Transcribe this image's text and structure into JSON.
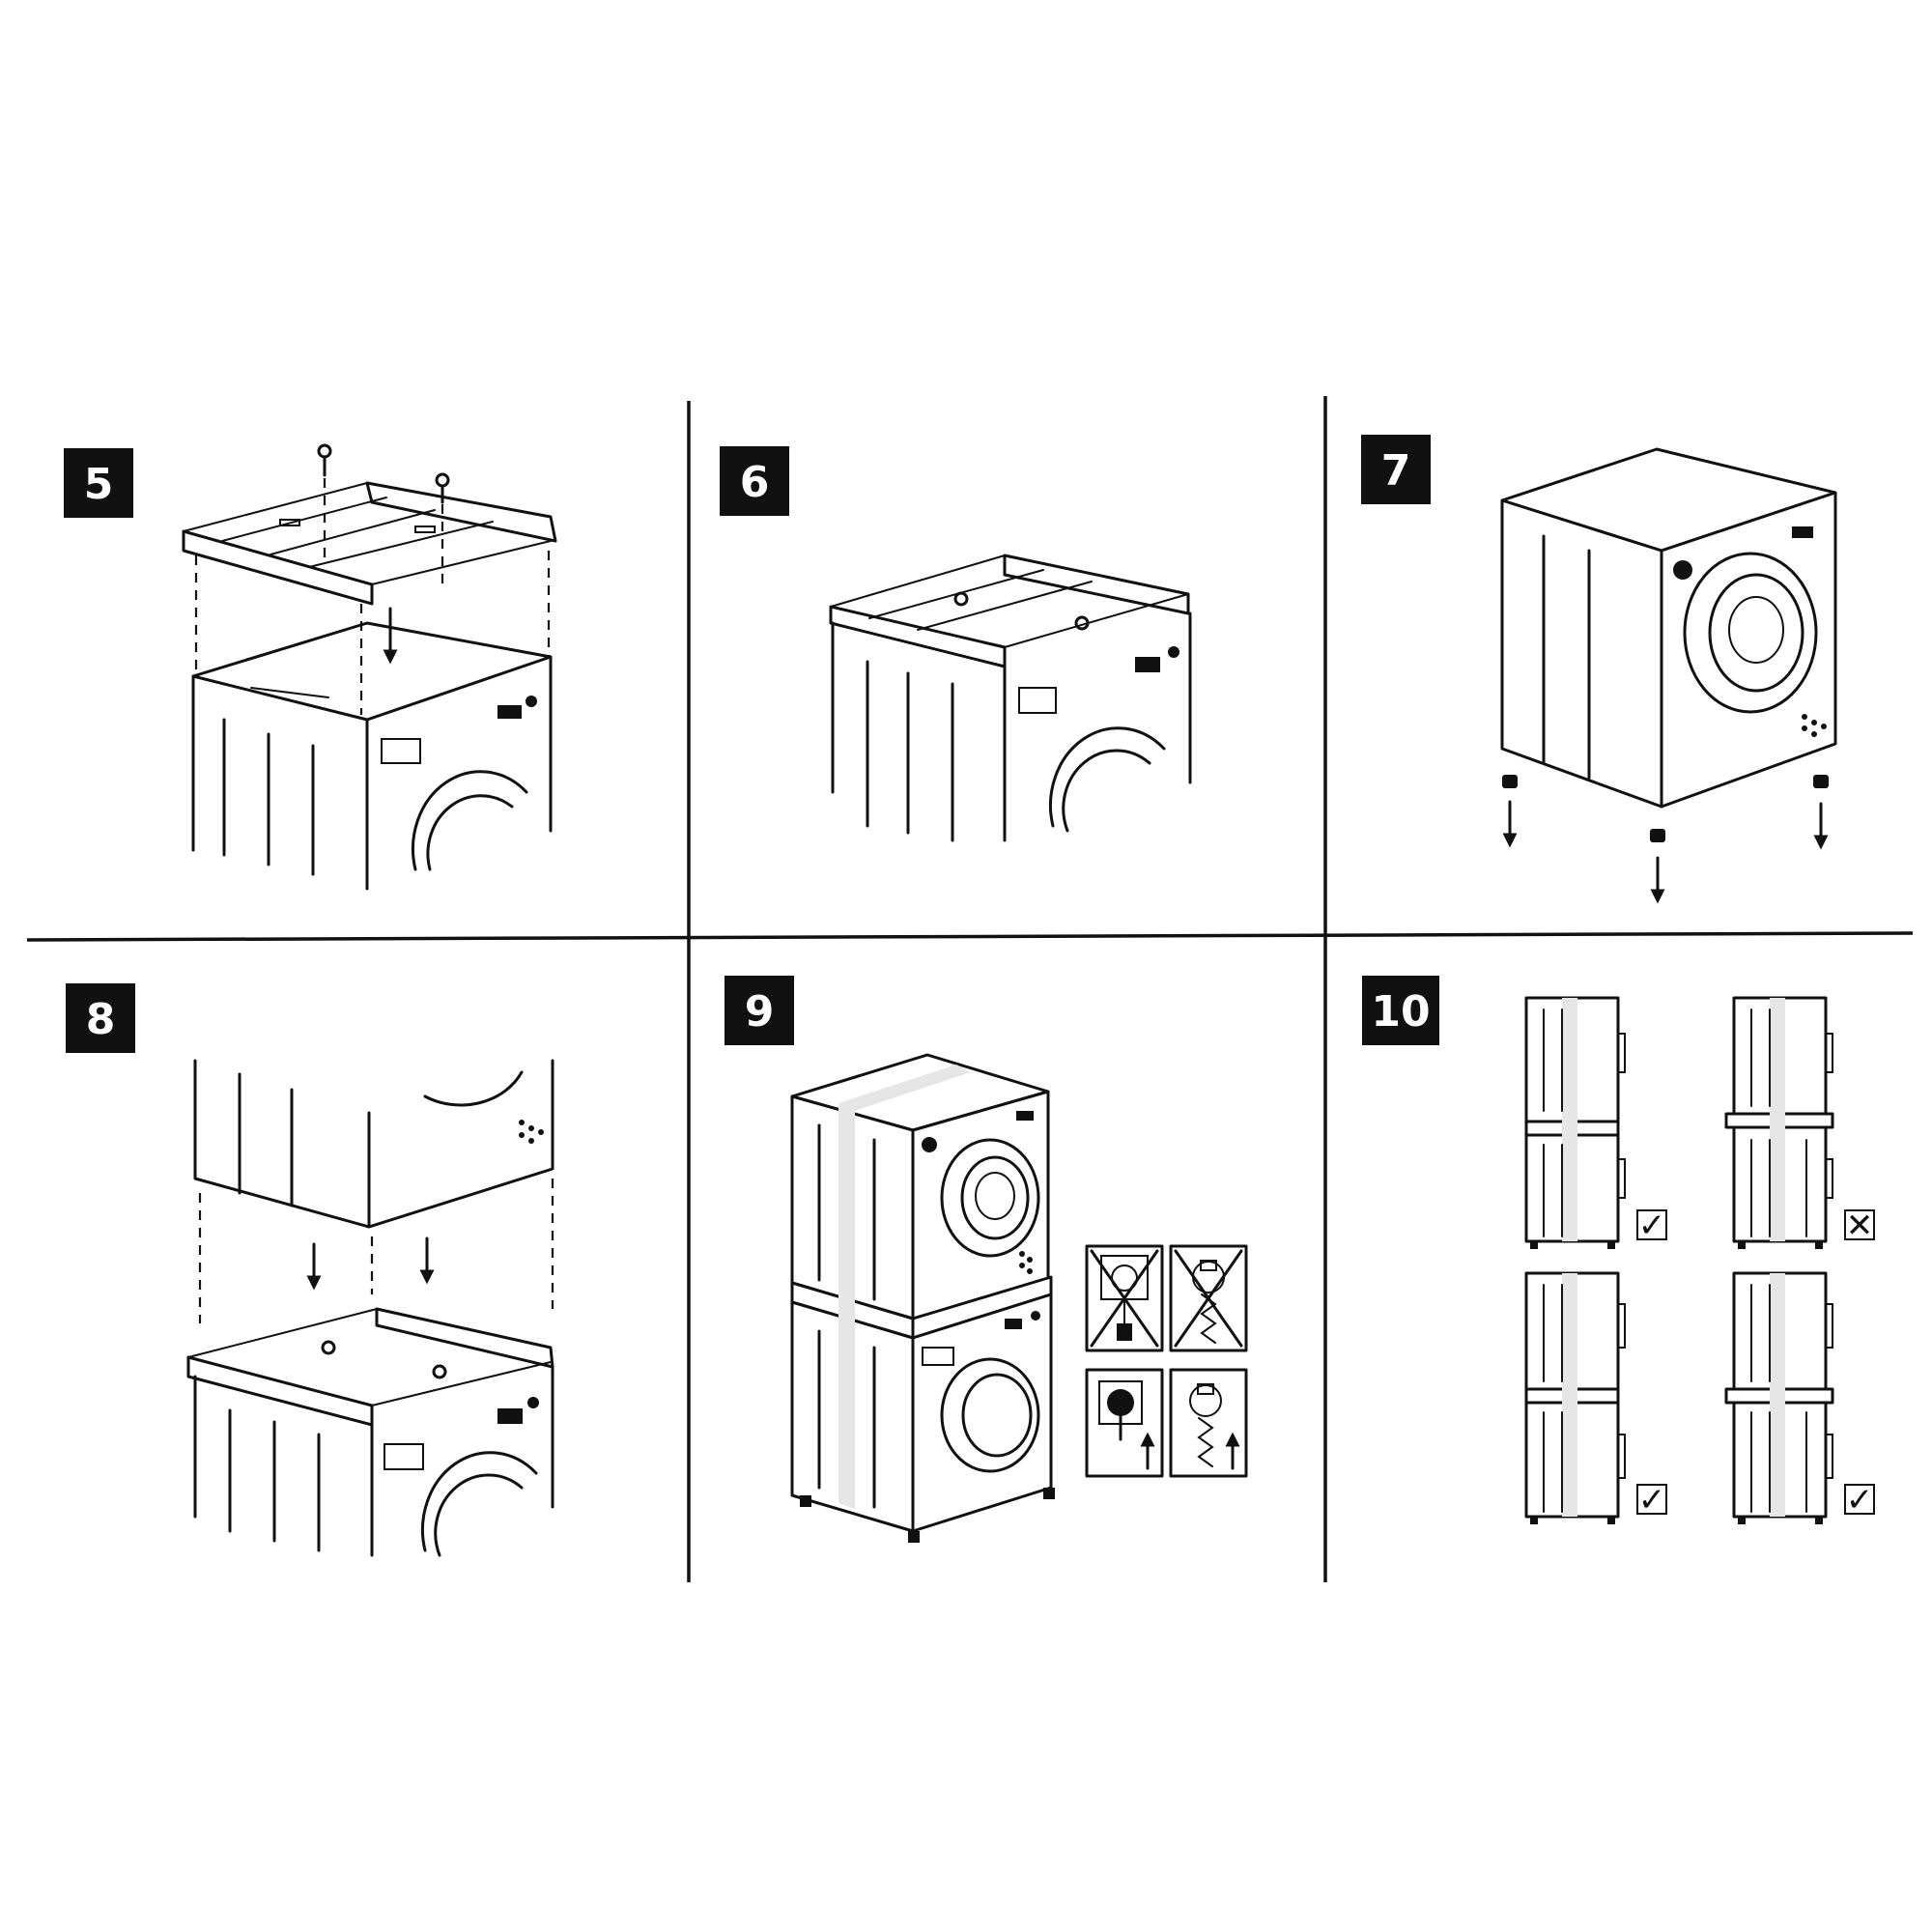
{
  "steps": [
    {
      "number": "5"
    },
    {
      "number": "6"
    },
    {
      "number": "7"
    },
    {
      "number": "8"
    },
    {
      "number": "9"
    },
    {
      "number": "10"
    }
  ],
  "step10_marks": {
    "top_left": "✓",
    "top_right": "✕",
    "bottom_left": "✓",
    "bottom_right": "✓"
  }
}
